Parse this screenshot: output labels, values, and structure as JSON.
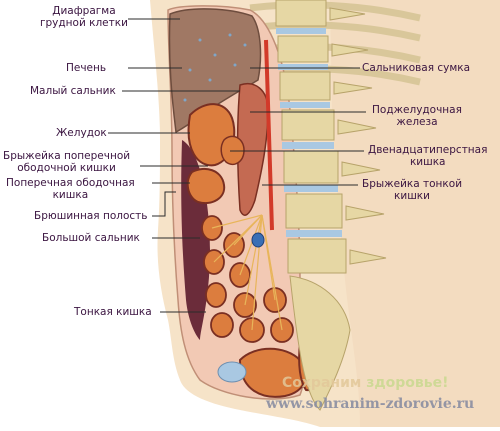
{
  "labels": {
    "diaphragm": [
      "Диафрагма",
      "грудной клетки"
    ],
    "liver": "Печень",
    "lesser_omentum": "Малый сальник",
    "stomach": "Желудок",
    "transverse_mesocolon": [
      "Брыжейка поперечной",
      "ободочной кишки"
    ],
    "transverse_colon": [
      "Поперечная ободочная",
      "кишка"
    ],
    "peritoneal_cavity": "Брюшинная полость",
    "greater_omentum": "Большой сальник",
    "small_intestine": "Тонкая кишка",
    "omental_bursa": "Сальниковая сумка",
    "pancreas": [
      "Поджелудочная",
      "железа"
    ],
    "duodenum": [
      "Двенадцатиперстная",
      "кишка"
    ],
    "mesentery": [
      "Брыжейка тонкой",
      "кишки"
    ]
  },
  "watermark": {
    "line1_a": "Сохраним ",
    "line1_b": "здоровье!",
    "line2": "www.sohranim-zdorovie.ru"
  },
  "colors": {
    "label_text": "#3a1440",
    "leader_line": "#2b2b2b",
    "liver": "#a07864",
    "organ_orange": "#dc7d3e",
    "organ_dark": "#7a2f22",
    "peritoneum": "#f2c9b4",
    "bone": "#e6d7a4",
    "disc": "#a9c8e2",
    "skin": "#f6e3c8"
  }
}
